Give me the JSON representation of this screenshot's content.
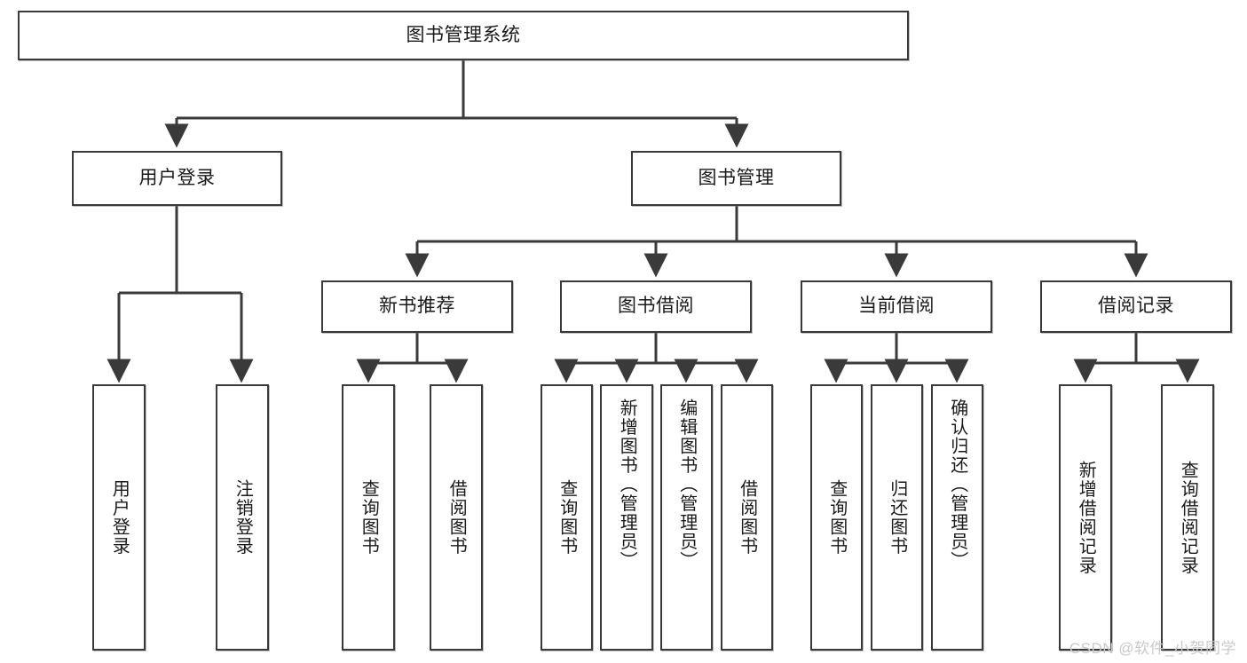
{
  "diagram": {
    "title": "图书管理系统",
    "type": "tree-hierarchy-chart",
    "watermark": "CSDN @软件_小贺同学",
    "colors": {
      "border": "#3a3a3a",
      "background": "#ffffff",
      "text": "#1a1a1a",
      "connector": "#3a3a3a",
      "watermark": "#c9c9c9"
    }
  },
  "nodes": {
    "root": {
      "label": "图书管理系统"
    },
    "level2": [
      {
        "label": "用户登录"
      },
      {
        "label": "图书管理"
      }
    ],
    "level3": [
      {
        "label": "新书推荐"
      },
      {
        "label": "图书借阅"
      },
      {
        "label": "当前借阅"
      },
      {
        "label": "借阅记录"
      }
    ],
    "leaves": {
      "user_login": [
        {
          "label": "用户登录"
        },
        {
          "label": "注销登录"
        }
      ],
      "new_book_recommend": [
        {
          "label": "查询图书"
        },
        {
          "label": "借阅图书"
        }
      ],
      "book_borrow": [
        {
          "label": "查询图书"
        },
        {
          "label": "新增图书（管理员）"
        },
        {
          "label": "编辑图书（管理员）"
        },
        {
          "label": "借阅图书"
        }
      ],
      "current_borrow": [
        {
          "label": "查询图书"
        },
        {
          "label": "归还图书"
        },
        {
          "label": "确认归还（管理员）"
        }
      ],
      "borrow_record": [
        {
          "label": "新增借阅记录"
        },
        {
          "label": "查询借阅记录"
        }
      ]
    }
  }
}
